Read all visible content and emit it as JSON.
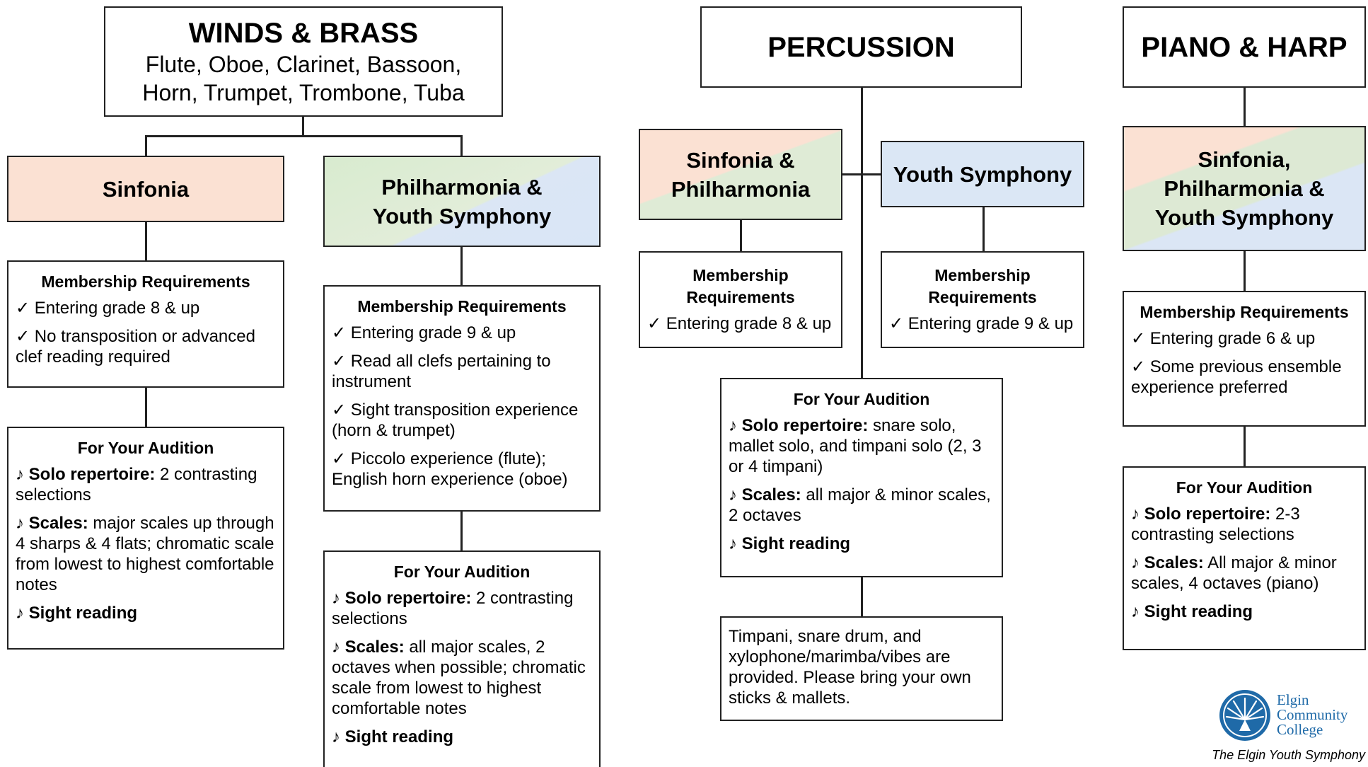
{
  "winds": {
    "title": "WINDS & BRASS",
    "subtitle_line1": "Flute, Oboe, Clarinet, Bassoon,",
    "subtitle_line2": "Horn, Trumpet, Trombone, Tuba",
    "sinfonia": {
      "name": "Sinfonia",
      "membership_title": "Membership Requirements",
      "req1": "✓ Entering grade 8 & up",
      "req2": "✓ No transposition or advanced clef reading required",
      "audition_title": "For Your Audition",
      "aud1_label": "Solo repertoire:",
      "aud1_text": " 2 contrasting selections",
      "aud2_label": "Scales:",
      "aud2_text": " major scales up through 4 sharps & 4 flats; chromatic scale from lowest to highest comfortable notes",
      "aud3_label": "Sight reading"
    },
    "phil": {
      "name_line1": "Philharmonia &",
      "name_line2": "Youth Symphony",
      "membership_title": "Membership Requirements",
      "req1": "✓ Entering grade 9 & up",
      "req2": "✓ Read all clefs pertaining to instrument",
      "req3": "✓ Sight transposition experience (horn & trumpet)",
      "req4": "✓ Piccolo experience (flute); English horn experience (oboe)",
      "audition_title": "For Your Audition",
      "aud1_label": "Solo repertoire:",
      "aud1_text": " 2 contrasting selections",
      "aud2_label": "Scales:",
      "aud2_text": " all major scales, 2 octaves when possible; chromatic scale from lowest to highest comfortable notes",
      "aud3_label": "Sight reading"
    }
  },
  "percussion": {
    "title": "PERCUSSION",
    "sp": {
      "name_line1": "Sinfonia &",
      "name_line2": "Philharmonia",
      "membership_title_line1": "Membership",
      "membership_title_line2": "Requirements",
      "req1": "✓ Entering grade 8 & up"
    },
    "ys": {
      "name": "Youth Symphony",
      "membership_title_line1": "Membership",
      "membership_title_line2": "Requirements",
      "req1": "✓ Entering grade 9 & up"
    },
    "audition_title": "For Your Audition",
    "aud1_label": "Solo repertoire:",
    "aud1_text": " snare solo, mallet solo, and timpani solo (2, 3 or 4 timpani)",
    "aud2_label": "Scales:",
    "aud2_text": " all major & minor scales, 2 octaves",
    "aud3_label": "Sight reading",
    "note": "Timpani, snare drum, and xylophone/marimba/vibes are provided. Please bring your own sticks & mallets."
  },
  "piano": {
    "title": "PIANO & HARP",
    "ens_line1": "Sinfonia,",
    "ens_line2": "Philharmonia &",
    "ens_line3": "Youth Symphony",
    "membership_title": "Membership Requirements",
    "req1": "✓ Entering grade 6 & up",
    "req2": "✓ Some previous ensemble experience preferred",
    "audition_title": "For Your Audition",
    "aud1_label": "Solo repertoire:",
    "aud1_text": " 2-3 contrasting selections",
    "aud2_label": "Scales:",
    "aud2_text": " All major & minor scales, 4 octaves (piano)",
    "aud3_label": "Sight reading"
  },
  "logo": {
    "line1": "Elgin",
    "line2": "Community",
    "line3": "College",
    "tagline": "The Elgin Youth Symphony"
  },
  "note_glyph": "♪",
  "colors": {
    "peach": "#fbe1d3",
    "green": "#d8ebcf",
    "blue": "#dbe7f5",
    "logo_blue": "#1f6aa8"
  }
}
